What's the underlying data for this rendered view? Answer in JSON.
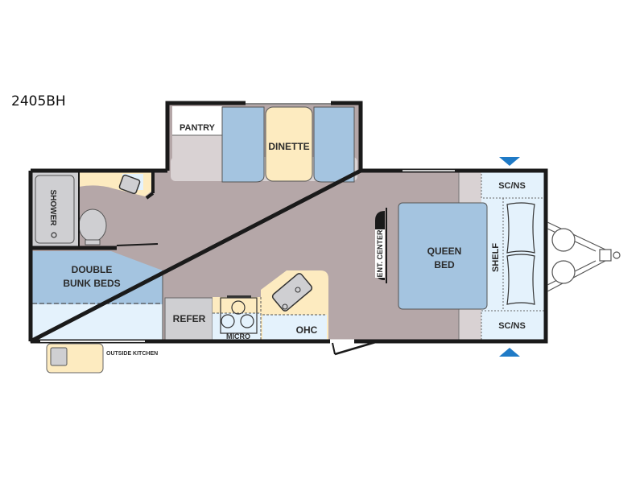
{
  "model": "2405BH",
  "rooms": {
    "pantry": "PANTRY",
    "dinette": "DINETTE",
    "shower": "SHOWER",
    "bunk_line1": "DOUBLE",
    "bunk_line2": "BUNK BEDS",
    "refer": "REFER",
    "micro": "MICRO",
    "ohc": "OHC",
    "ent_center": "ENT. CENTER",
    "queen_line1": "QUEEN",
    "queen_line2": "BED",
    "shelf": "SHELF",
    "scns_top": "SC/NS",
    "scns_bottom": "SC/NS",
    "outside_kitchen": "OUTSIDE KITCHEN"
  },
  "colors": {
    "floor": "#b5a7a8",
    "wall": "#1a1a1a",
    "blue_furniture": "#a4c4e0",
    "light_blue": "#e4f2fc",
    "cream": "#fdebc0",
    "gray_fixture": "#cfcfd2",
    "light_gray": "#d9d2d3",
    "marker_blue": "#1f7ac6"
  }
}
